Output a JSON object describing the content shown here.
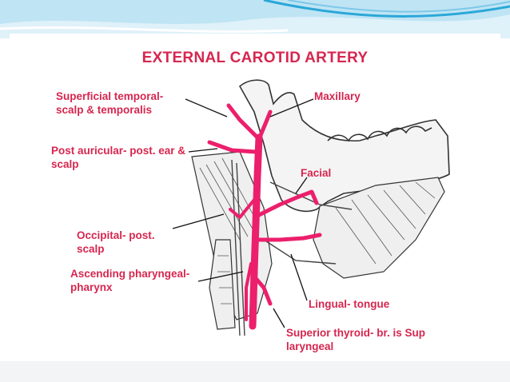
{
  "title": "EXTERNAL CAROTID ARTERY",
  "colors": {
    "accent": "#d6264f",
    "artery": "#ec1f6c",
    "slide_wave": "#2aa7d8"
  },
  "labels": {
    "superficial_temporal": {
      "line1": "Superficial temporal-",
      "line2": "scalp & temporalis"
    },
    "maxillary": {
      "line1": "Maxillary"
    },
    "post_auricular": {
      "line1": "Post auricular- post. ear &",
      "line2": "scalp"
    },
    "facial": {
      "line1": "Facial"
    },
    "occipital": {
      "line1": "Occipital- post.",
      "line2": "scalp"
    },
    "ascending_pharyngeal": {
      "line1": "Ascending pharyngeal-",
      "line2": "pharynx"
    },
    "lingual": {
      "line1": "Lingual- tongue"
    },
    "superior_thyroid": {
      "line1": "Superior thyroid- br. is  Sup",
      "line2": "laryngeal"
    }
  }
}
